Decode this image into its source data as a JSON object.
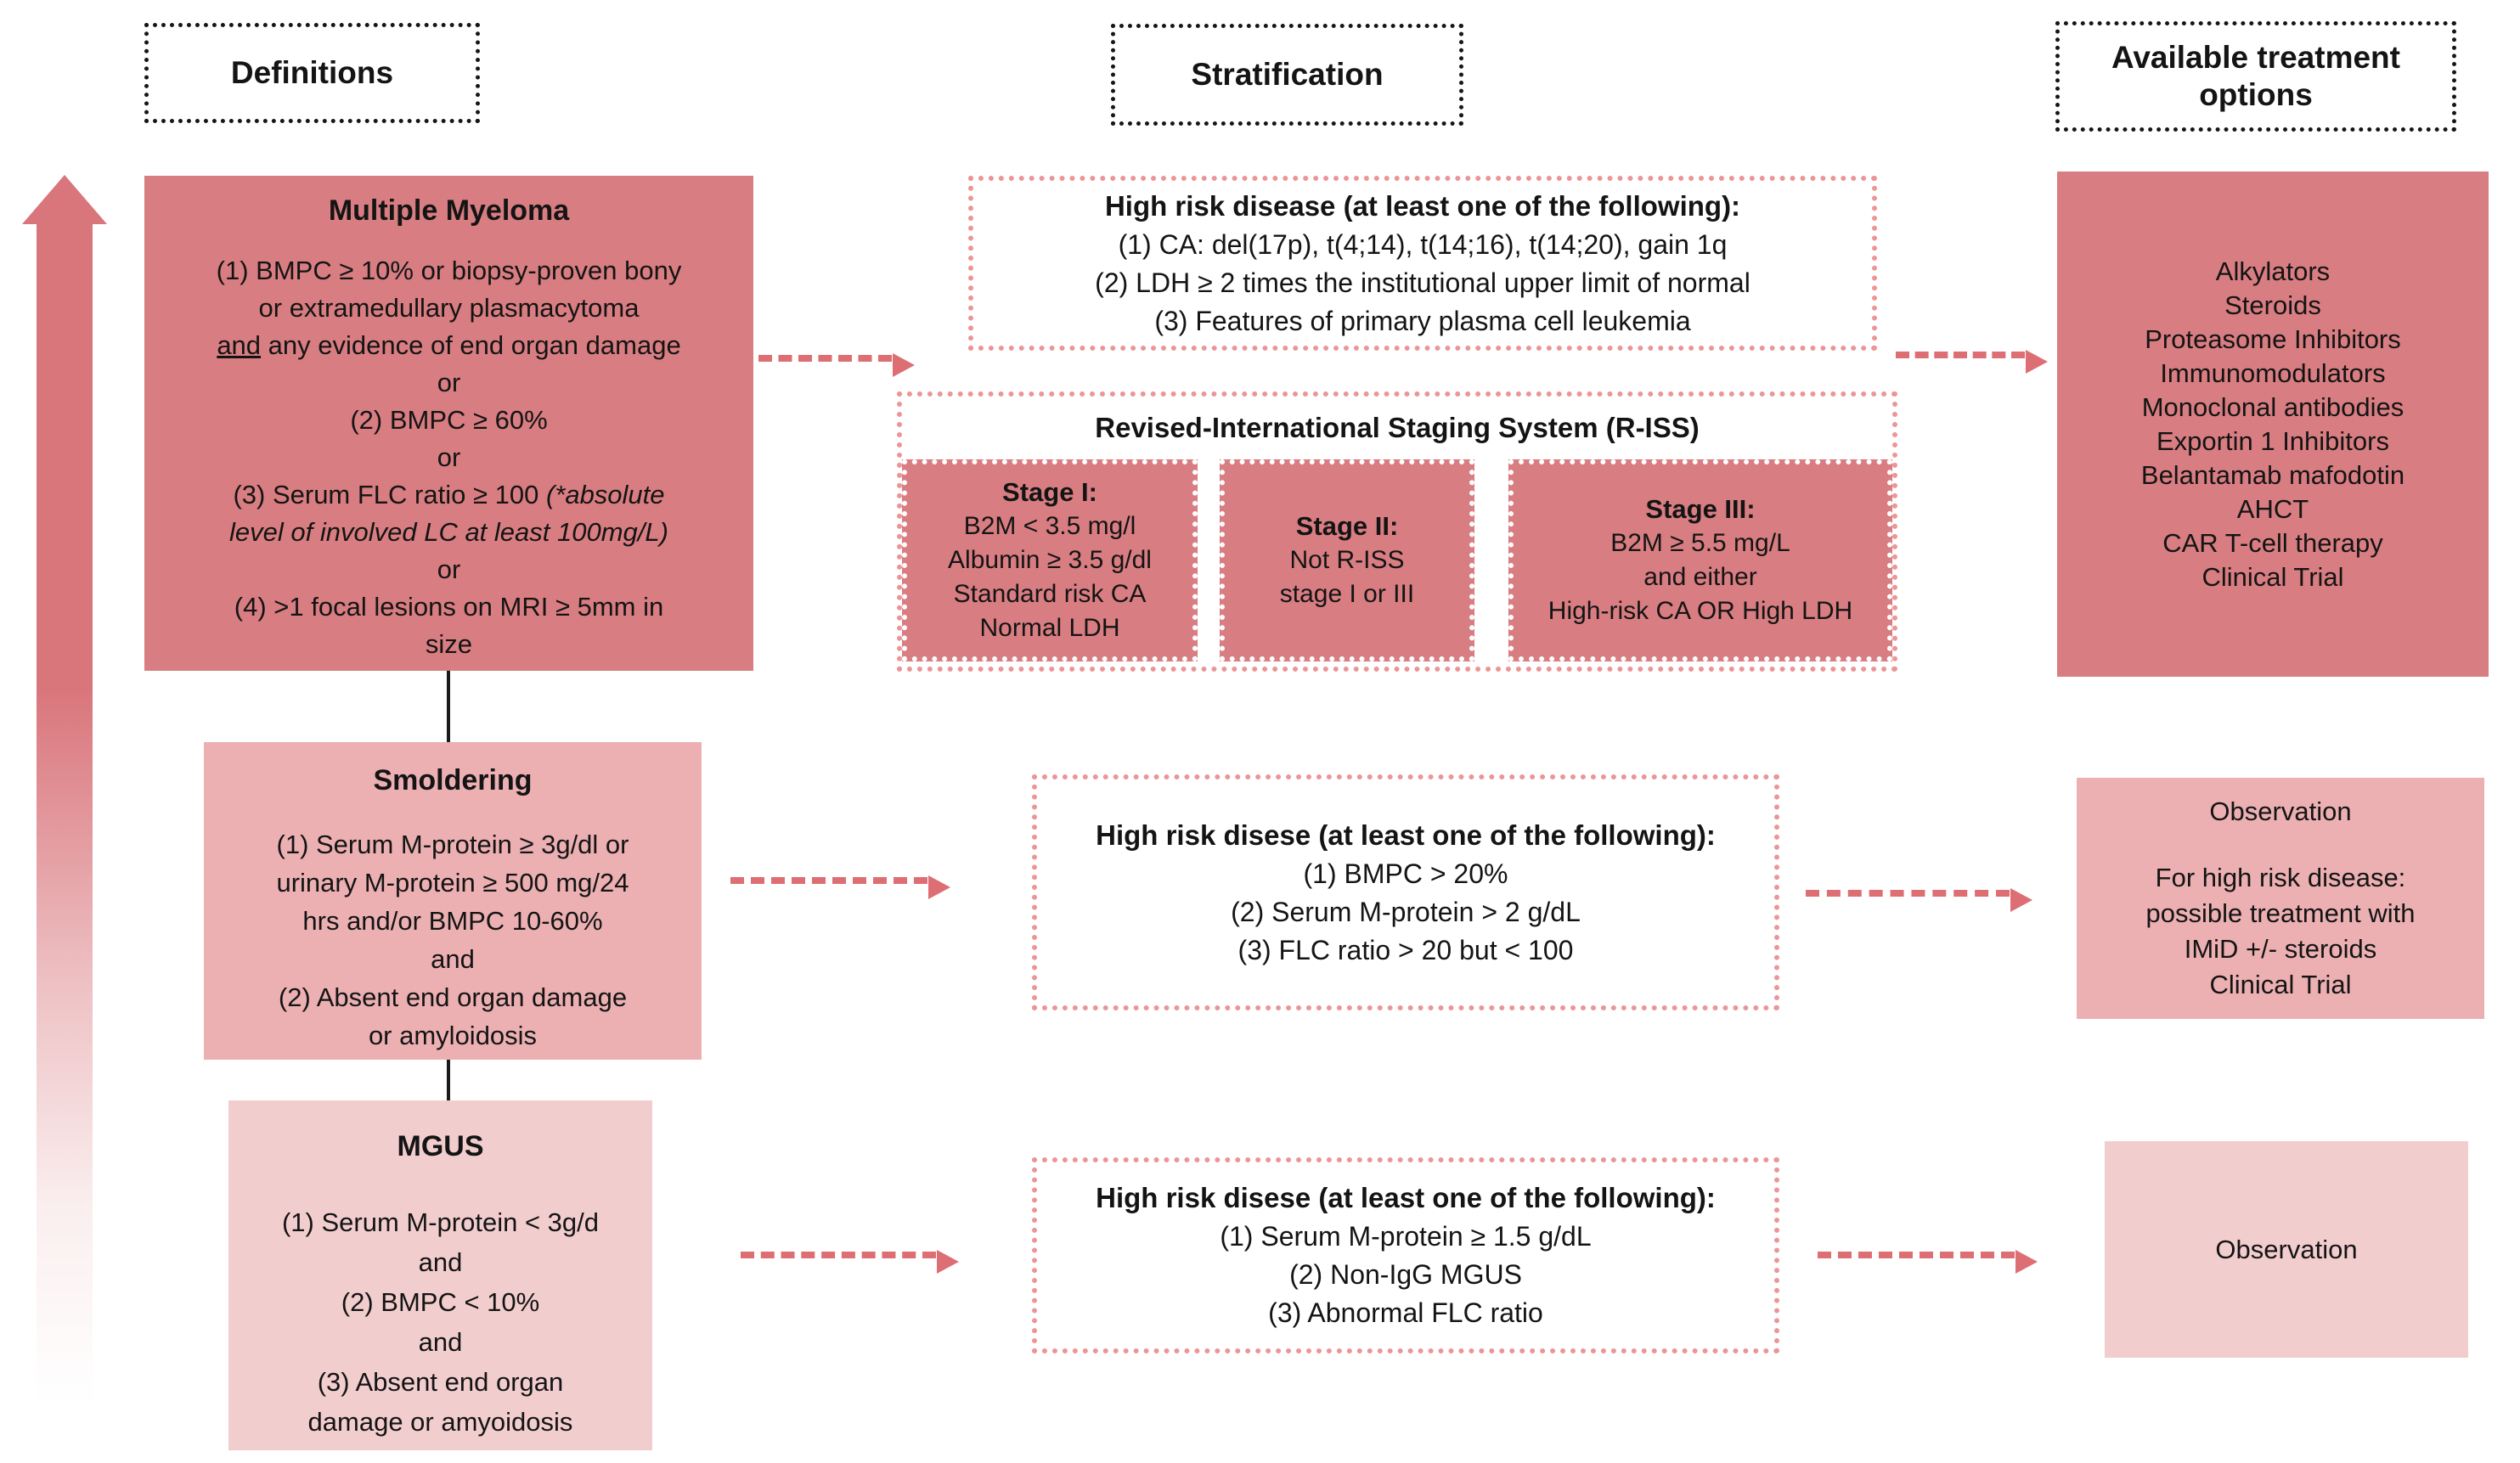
{
  "colors": {
    "box_red": "#d87d81",
    "box_pink": "#ecb0b3",
    "box_light_pink": "#f2cdce",
    "arrow_red": "#dd6f74",
    "dotted_border_red": "#ec9596"
  },
  "headers": {
    "definitions": "Definitions",
    "stratification": "Stratification",
    "treatment": "Available treatment\noptions"
  },
  "definitions": {
    "mm": {
      "title": "Multiple Myeloma",
      "l1": "(1) BMPC ≥ 10% or biopsy-proven bony",
      "l2": "or extramedullary plasmacytoma",
      "l3_and": "and",
      "l3_rest": " any evidence of end organ damage",
      "or": "or",
      "l5": "(2) BMPC ≥ 60%",
      "l7a": "(3) Serum FLC ratio ≥ 100 ",
      "l7b": "(*absolute",
      "l8": "level of involved LC at least 100mg/L)",
      "l10": "(4) >1 focal lesions on MRI ≥ 5mm in",
      "l11": "size"
    },
    "smoldering": {
      "title": "Smoldering",
      "body": "(1) Serum M-protein ≥ 3g/dl or\nurinary M-protein ≥ 500 mg/24\nhrs and/or BMPC 10-60%\nand\n(2) Absent end organ damage\nor amyloidosis"
    },
    "mgus": {
      "title": "MGUS",
      "body": "(1) Serum M-protein < 3g/d\nand\n(2) BMPC < 10%\nand\n(3) Absent end organ\ndamage or amyoidosis"
    }
  },
  "stratification": {
    "mm_high_risk": {
      "title": "High risk disease (at least one of the following):",
      "body": "(1) CA: del(17p), t(4;14), t(14;16), t(14;20), gain 1q\n(2) LDH ≥ 2 times the institutional upper limit of normal\n(3) Features of primary plasma cell leukemia"
    },
    "riss": {
      "title": "Revised-International Staging System (R-ISS)",
      "stage1": {
        "title": "Stage I:",
        "body": "B2M < 3.5 mg/l\nAlbumin ≥ 3.5 g/dl\nStandard risk CA\nNormal  LDH"
      },
      "stage2": {
        "title": "Stage II:",
        "body": "Not R-ISS\nstage I or III"
      },
      "stage3": {
        "title": "Stage III:",
        "body": "B2M ≥ 5.5 mg/L\nand either\nHigh-risk CA OR High LDH"
      }
    },
    "smoldering_high_risk": {
      "title": "High risk disese (at least one of the following):",
      "body": "(1) BMPC  > 20%\n(2) Serum M-protein > 2 g/dL\n(3) FLC ratio > 20 but < 100"
    },
    "mgus_high_risk": {
      "title": "High risk disese (at least one of the following):",
      "body": "(1) Serum M-protein ≥ 1.5 g/dL\n(2) Non-IgG MGUS\n(3) Abnormal FLC ratio"
    }
  },
  "treatment": {
    "mm": {
      "body": "Alkylators\nSteroids\nProteasome Inhibitors\nImmunomodulators\nMonoclonal antibodies\nExportin 1 Inhibitors\nBelantamab mafodotin\nAHCT\nCAR T-cell therapy\nClinical Trial"
    },
    "smoldering": {
      "title": "Observation",
      "body": "For high risk disease:\npossible treatment with\nIMiD +/- steroids\nClinical Trial"
    },
    "mgus": {
      "title": "Observation"
    }
  }
}
